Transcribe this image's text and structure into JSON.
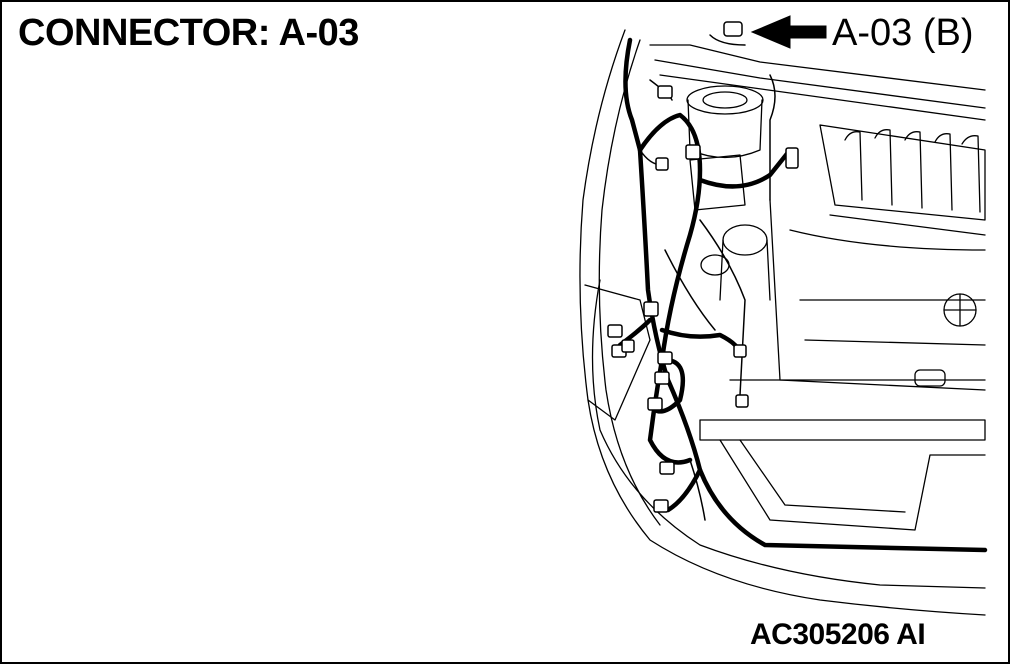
{
  "header": {
    "title": "CONNECTOR: A-03"
  },
  "diagram": {
    "callout_label": "A-03 (B)",
    "figure_id": "AC305206 AI",
    "line_color": "#000000",
    "background_color": "#ffffff"
  }
}
